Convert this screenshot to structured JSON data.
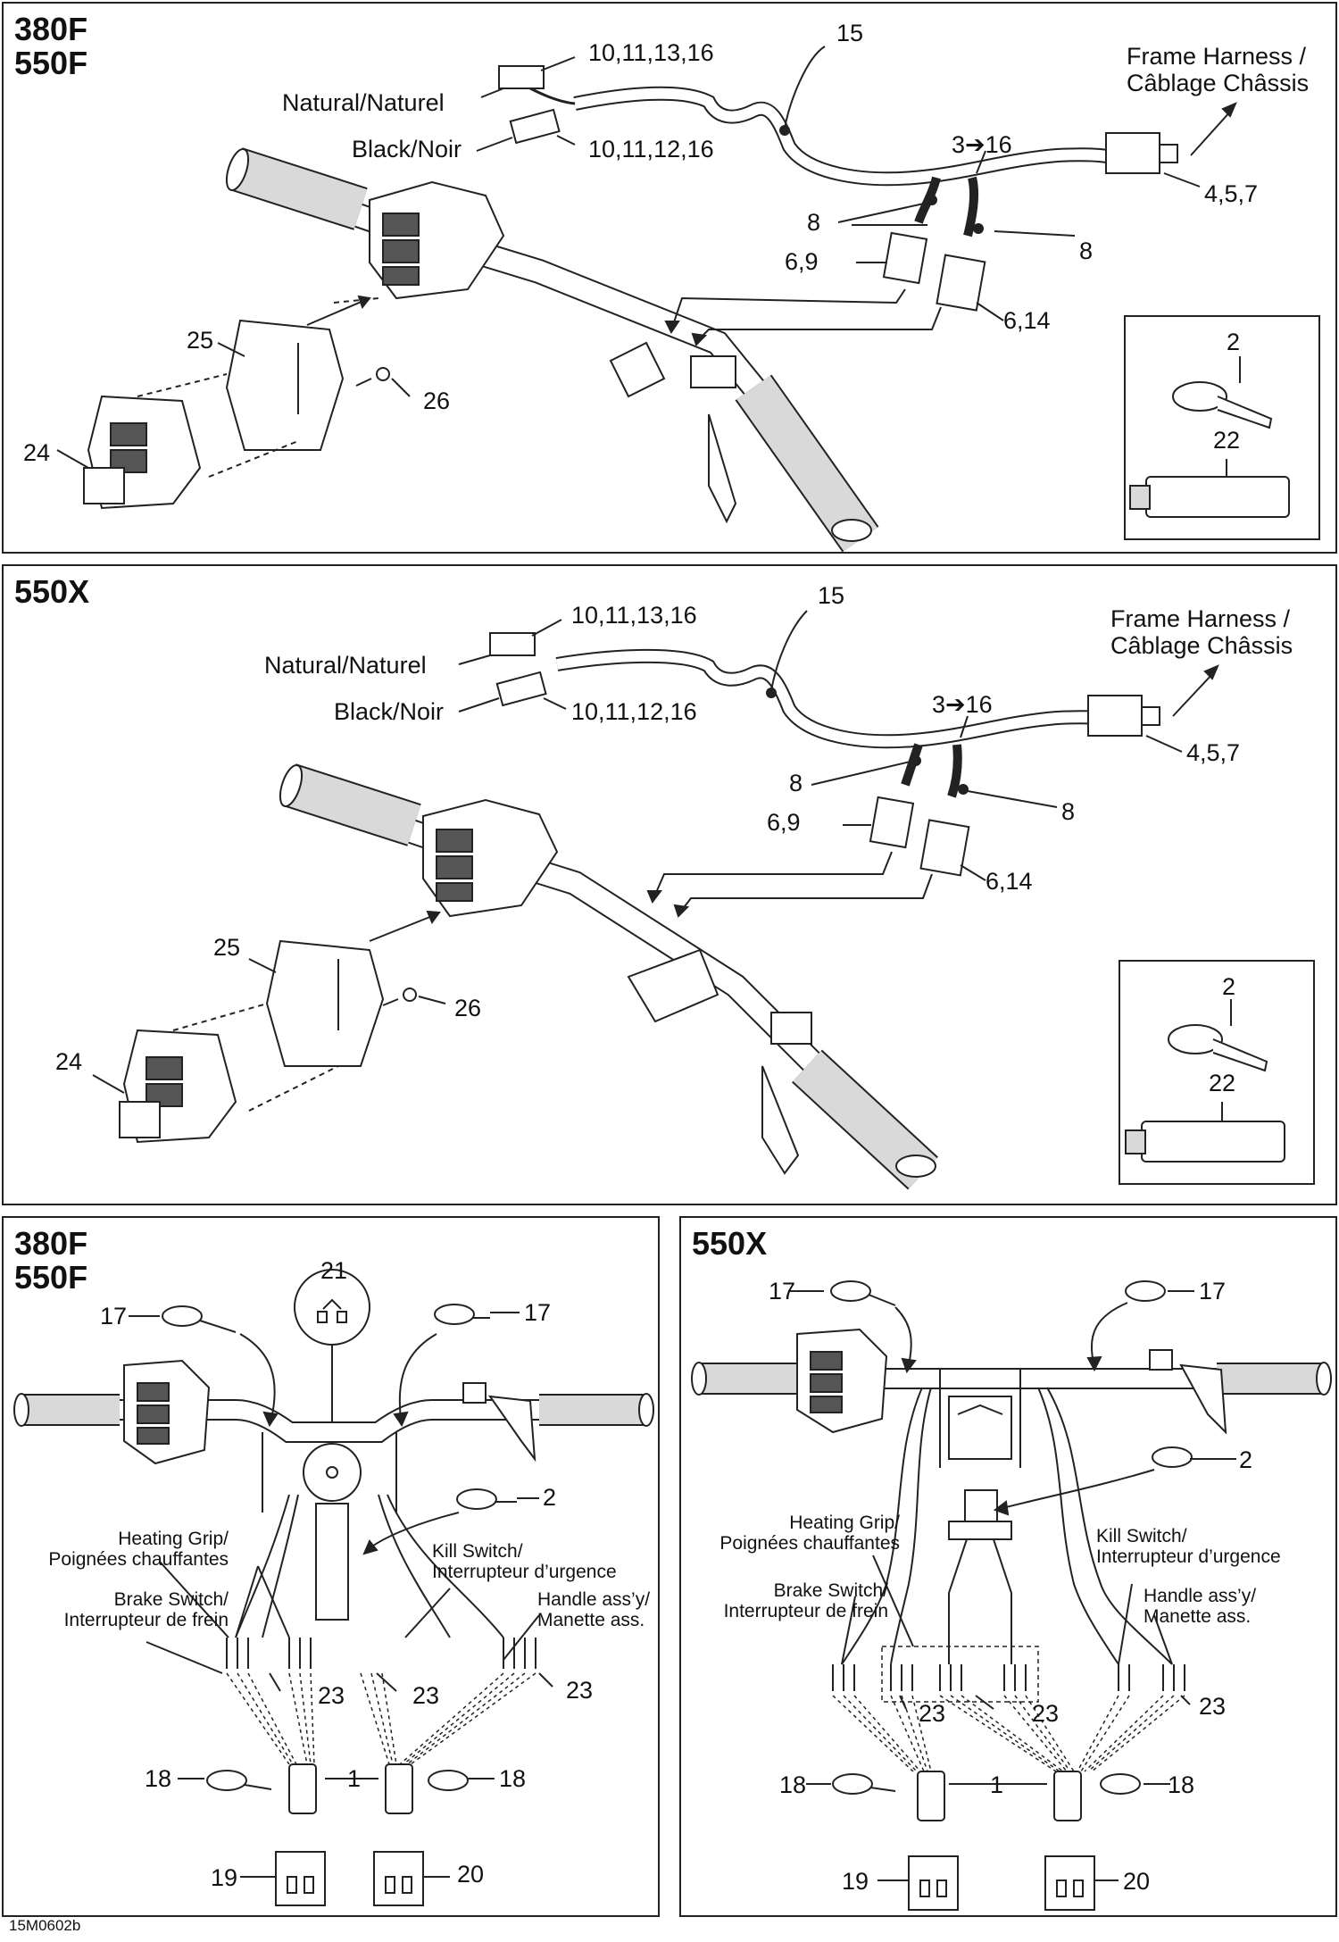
{
  "panels": {
    "top": {
      "title": "380F\n550F",
      "labels": {
        "c_10_11_13_16": "10,11,13,16",
        "c_10_11_12_16": "10,11,12,16",
        "natural": "Natural/Naturel",
        "black": "Black/Noir",
        "n15": "15",
        "frame": "Frame Harness /\nCâblage Châssis",
        "n3_16": "3➔16",
        "n4_5_7": "4,5,7",
        "n8a": "8",
        "n8b": "8",
        "n6_9": "6,9",
        "n6_14": "6,14",
        "n25": "25",
        "n26": "26",
        "n24": "24",
        "n2": "2",
        "n22": "22"
      }
    },
    "middle": {
      "title": "550X",
      "labels": {
        "c_10_11_13_16": "10,11,13,16",
        "c_10_11_12_16": "10,11,12,16",
        "natural": "Natural/Naturel",
        "black": "Black/Noir",
        "n15": "15",
        "frame": "Frame Harness /\nCâblage Châssis",
        "n3_16": "3➔16",
        "n4_5_7": "4,5,7",
        "n8a": "8",
        "n8b": "8",
        "n6_9": "6,9",
        "n6_14": "6,14",
        "n25": "25",
        "n26": "26",
        "n24": "24",
        "n2": "2",
        "n22": "22"
      }
    },
    "bottom_left": {
      "title": "380F\n550F",
      "labels": {
        "n21": "21",
        "n17a": "17",
        "n17b": "17",
        "n2": "2",
        "heating": "Heating Grip/\nPoignées chauffantes",
        "brake": "Brake Switch/\nInterrupteur de frein",
        "kill": "Kill Switch/\nInterrupteur d’urgence",
        "handle": "Handle ass’y/\nManette ass.",
        "n23a": "23",
        "n23b": "23",
        "n23c": "23",
        "n18a": "18",
        "n1": "1",
        "n18b": "18",
        "n19": "19",
        "n20": "20"
      }
    },
    "bottom_right": {
      "title": "550X",
      "labels": {
        "n17a": "17",
        "n17b": "17",
        "n2": "2",
        "heating": "Heating Grip/\nPoignées chauffantes",
        "kill": "Kill Switch/\nInterrupteur d’urgence",
        "brake": "Brake Switch/\nInterrupteur de frein",
        "handle": "Handle ass’y/\nManette ass.",
        "n23a": "23",
        "n23b": "23",
        "n23c": "23",
        "n18a": "18",
        "n1": "1",
        "n18b": "18",
        "n19": "19",
        "n20": "20"
      }
    }
  },
  "reference_code": "15M0602b",
  "colors": {
    "line": "#222222",
    "fill": "#ffffff",
    "shade": "#d9d9d9"
  }
}
